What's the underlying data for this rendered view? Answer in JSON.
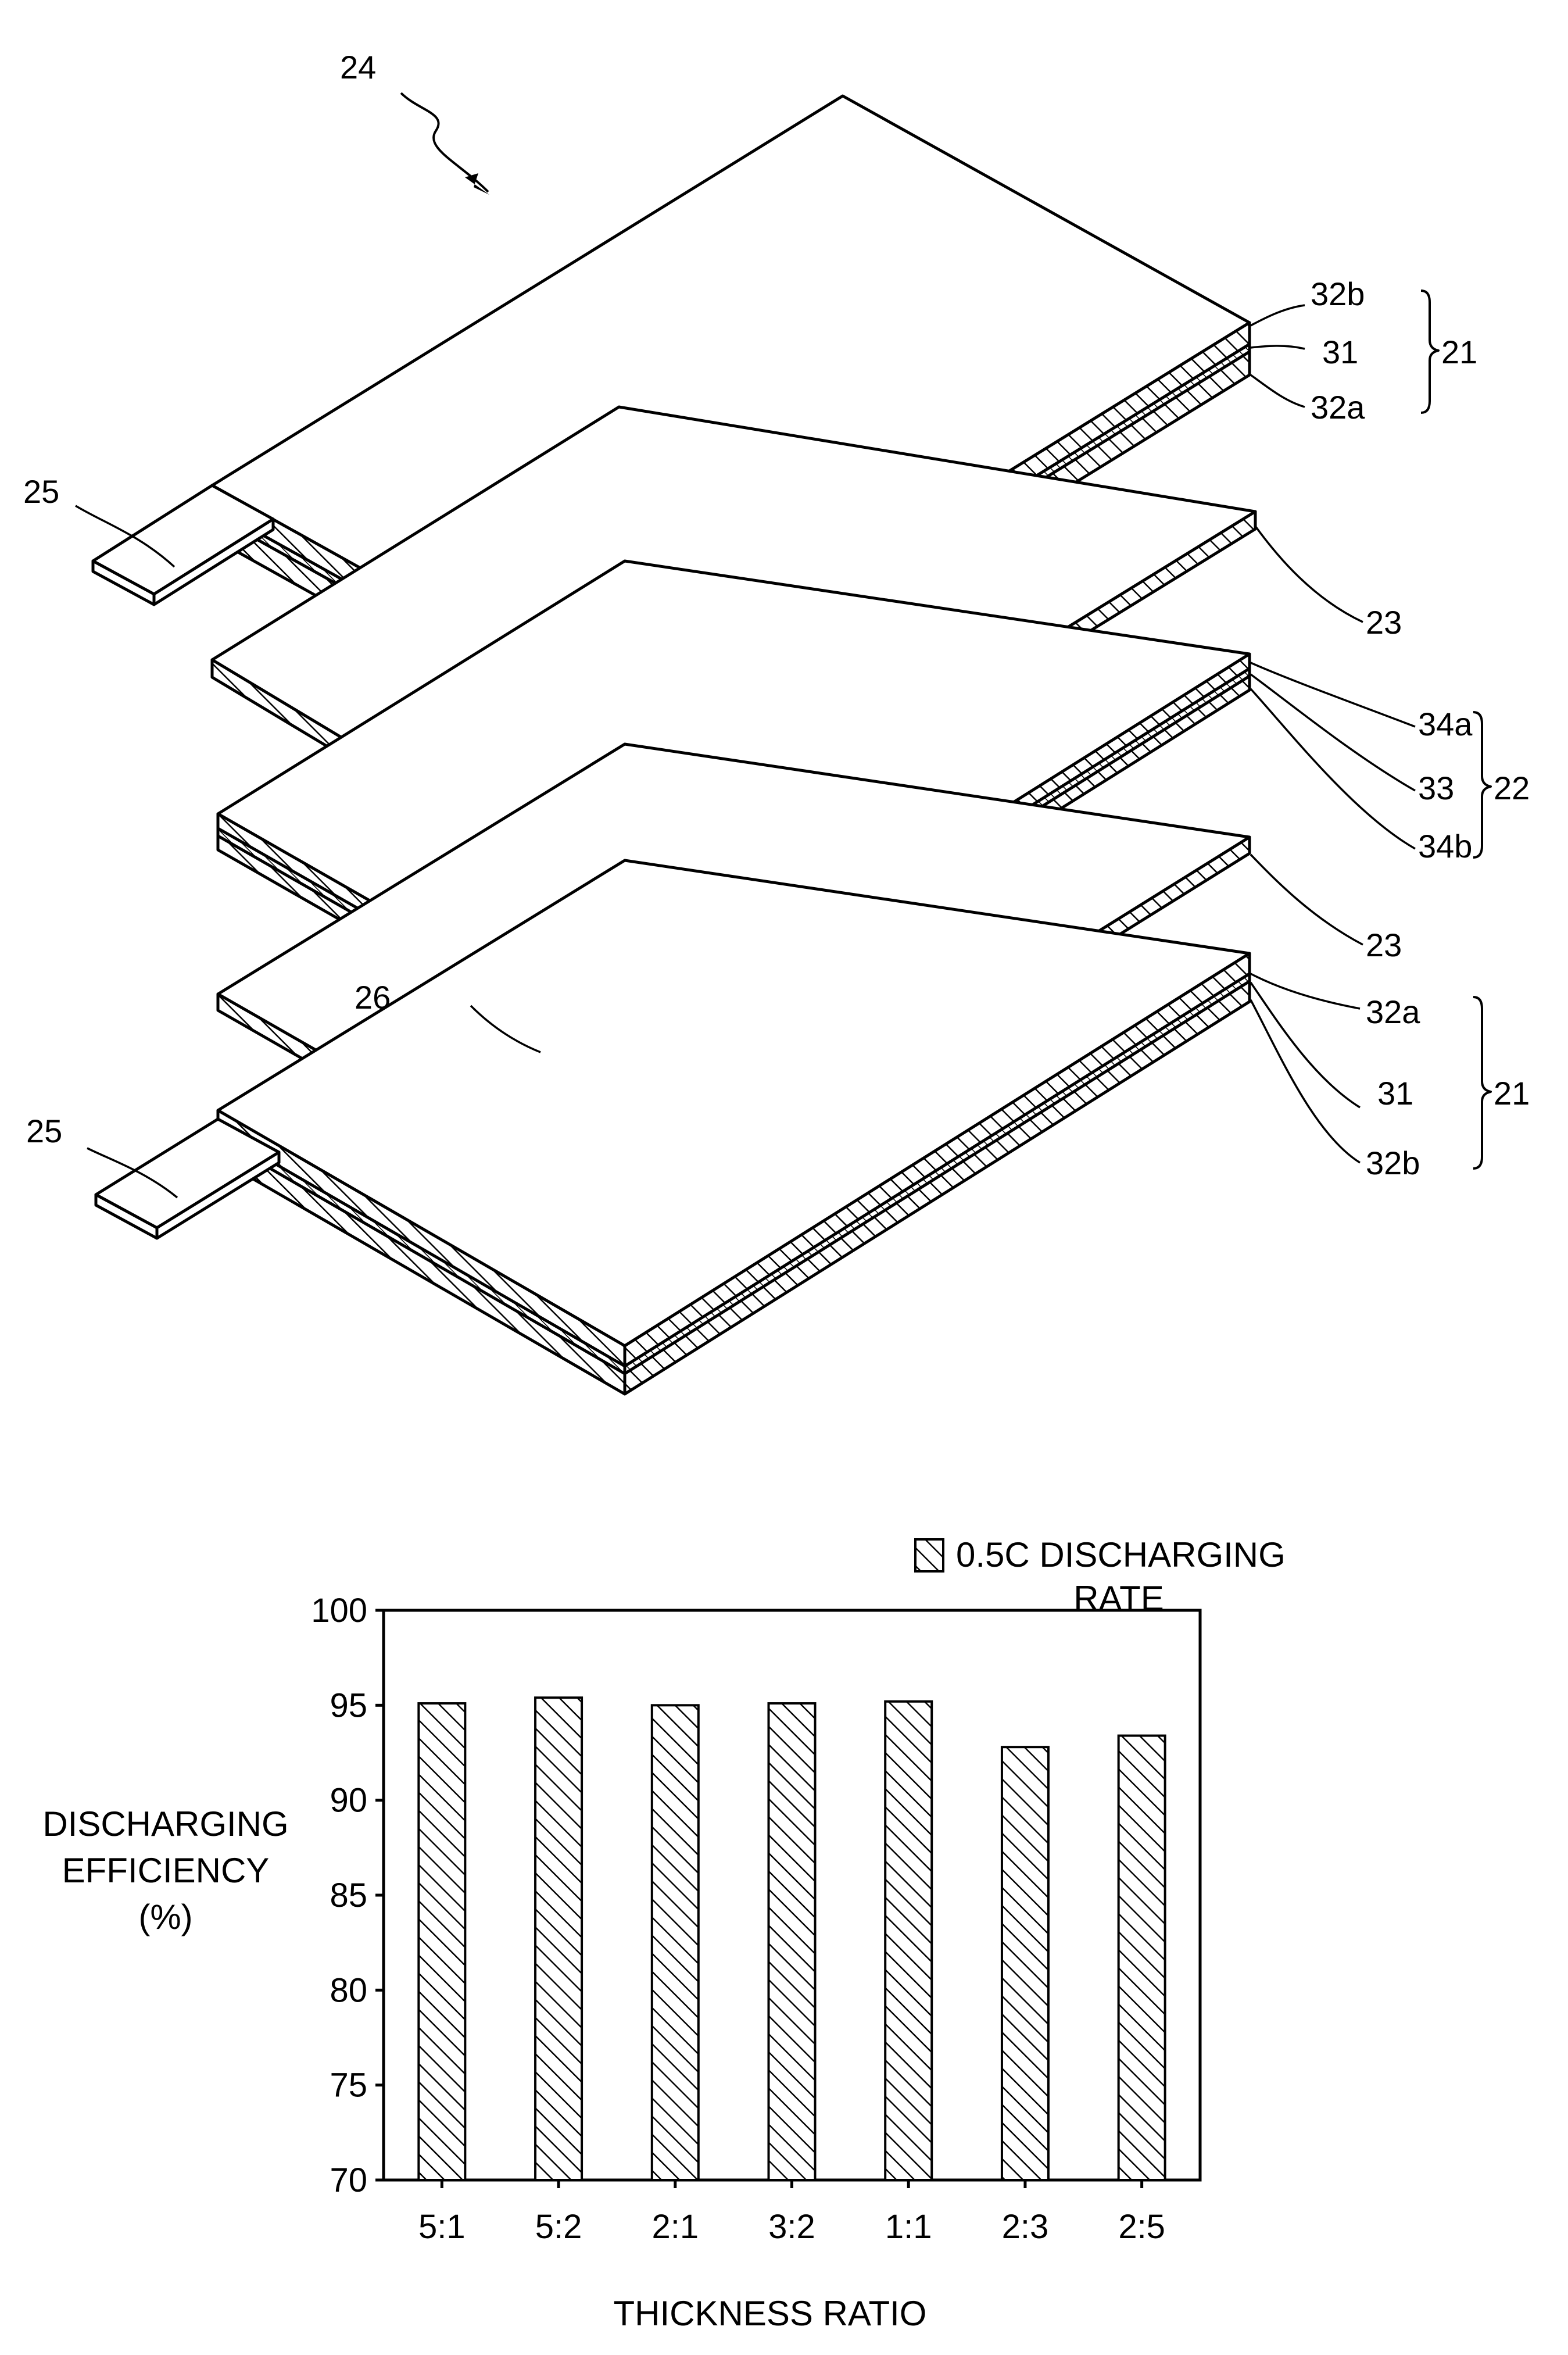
{
  "diagram": {
    "labels": {
      "assembly": "24",
      "tab_top": "25",
      "tab_mid": "26",
      "tab_bottom": "25",
      "plate1_top": "32b",
      "plate1_mid": "31",
      "plate1_bot": "32a",
      "group_21a": "21",
      "sep1": "23",
      "plate2_top": "34a",
      "plate2_mid": "33",
      "plate2_bot": "34b",
      "group_22": "22",
      "sep2": "23",
      "plate3_top": "32a",
      "plate3_mid": "31",
      "plate3_bot": "32b",
      "group_21b": "21"
    }
  },
  "chart_data": {
    "type": "bar",
    "categories": [
      "5:1",
      "5:2",
      "2:1",
      "3:2",
      "1:1",
      "2:3",
      "2:5"
    ],
    "series": [
      {
        "name": "0.5C DISCHARGING RATE",
        "values": [
          95.1,
          95.4,
          95.0,
          95.1,
          95.2,
          92.8,
          93.4
        ]
      }
    ],
    "xlabel": "THICKNESS RATIO",
    "ylabel_lines": [
      "DISCHARGING",
      "EFFICIENCY",
      "(%)"
    ],
    "legend_lines": [
      "0.5C DISCHARGING",
      "RATE"
    ],
    "ylim": [
      70,
      100
    ],
    "yticks": [
      70,
      75,
      80,
      85,
      90,
      95,
      100
    ],
    "grid": false,
    "legend_position": "top-right"
  }
}
